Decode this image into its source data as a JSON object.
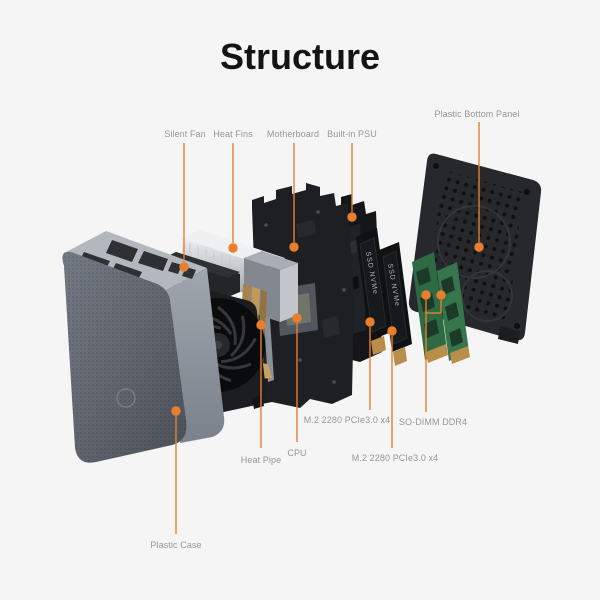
{
  "title": "Structure",
  "colors": {
    "accent": "#e87e2e",
    "background": "#f5f5f6",
    "label_text": "#96979a",
    "title_text": "#141414"
  },
  "labels": {
    "silent_fan": "Silent Fan",
    "heat_fins": "Heat Fins",
    "motherboard": "Motherboard",
    "built_in_psu": "Built-in PSU",
    "plastic_bottom_panel": "Plastic Bottom Panel",
    "m2_ssd_top": "M.2 2280 PCIe3.0 x4",
    "so_dimm": "SO-DIMM DDR4",
    "cpu": "CPU",
    "heat_pipe": "Heat Pipe",
    "m2_ssd_bottom": "M.2 2280 PCIe3.0 x4",
    "plastic_case": "Plastic Case"
  },
  "components": {
    "ssd1_print": "SSD NVMe",
    "ssd2_print": "SSD NVMe"
  }
}
